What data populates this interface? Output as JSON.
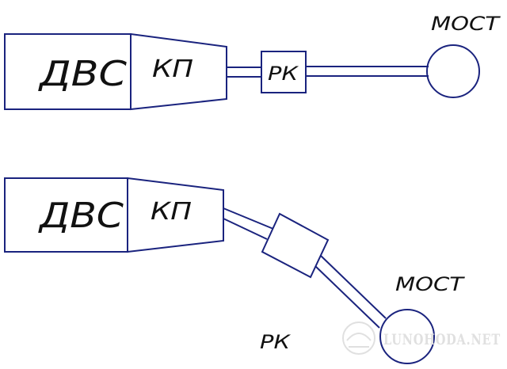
{
  "diagram": {
    "colors": {
      "stroke": "#1a237e",
      "text": "#111111",
      "watermark": "#e0e0e0"
    },
    "layout_top": {
      "engine_label": "ДВС",
      "gearbox_label": "КП",
      "transfer_case_label": "РК",
      "axle_label": "МОСТ"
    },
    "layout_bottom": {
      "engine_label": "ДВС",
      "gearbox_label": "КП",
      "transfer_case_label": "РК",
      "axle_label": "МОСТ"
    },
    "watermark": {
      "text": "LUNOHODA.NET"
    }
  }
}
